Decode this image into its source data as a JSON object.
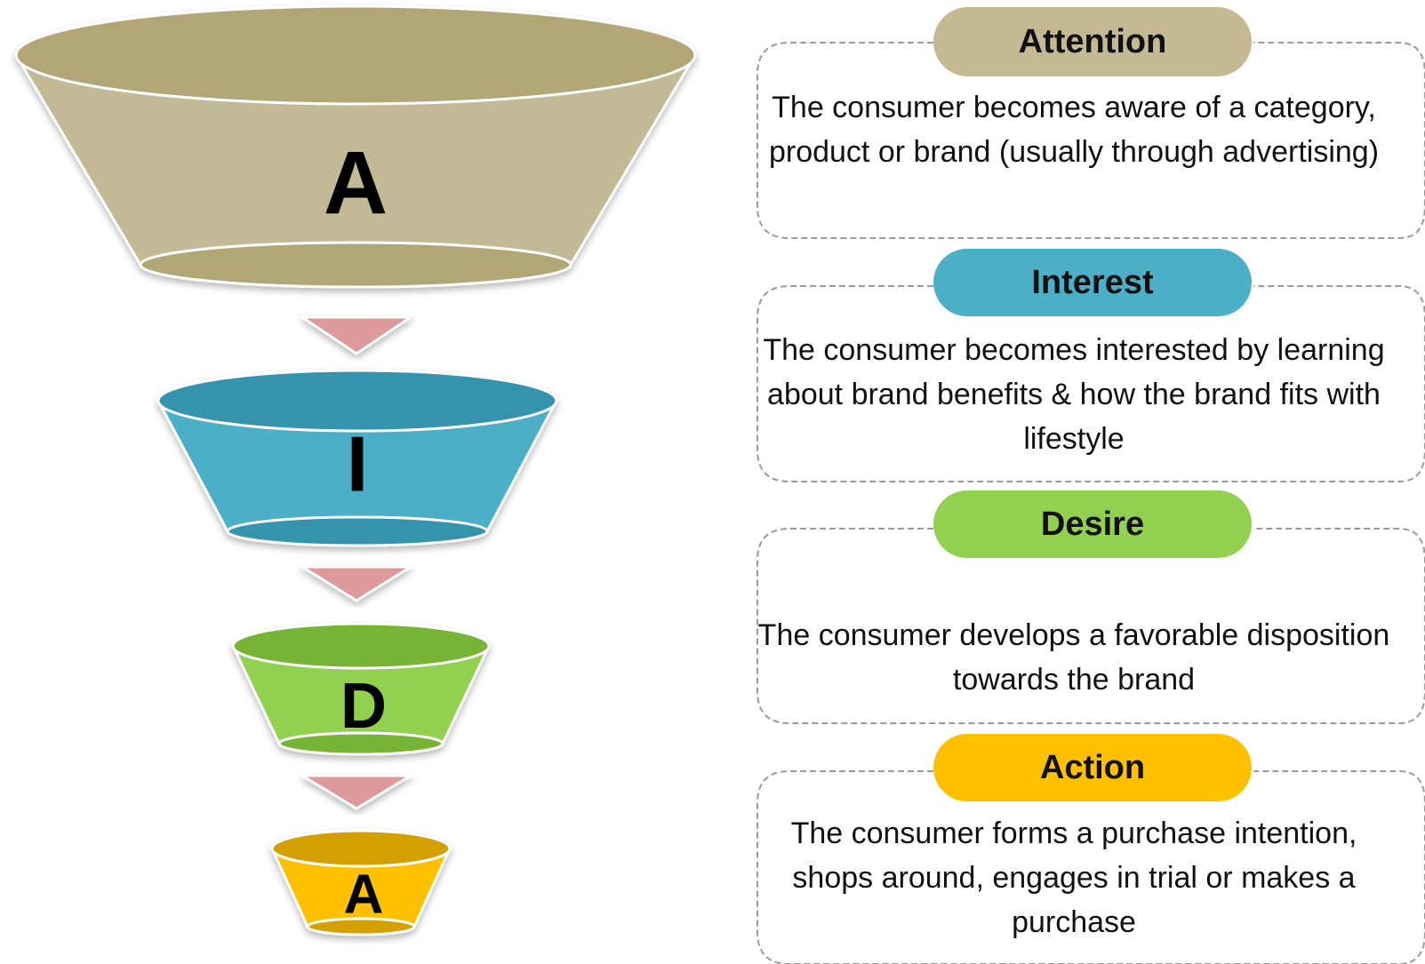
{
  "stages": [
    {
      "letter": "A",
      "title": "Attention",
      "description": "The consumer becomes aware of a category, product or brand (usually through advertising)",
      "colors": {
        "front": "#c2b997",
        "rim": "#b3a676",
        "pill": "#c4b992"
      }
    },
    {
      "letter": "I",
      "title": "Interest",
      "description": "The consumer becomes interested by learning about brand benefits & how the brand fits with lifestyle",
      "colors": {
        "front": "#4bafc8",
        "rim": "#3693ad",
        "pill": "#4bafc8"
      }
    },
    {
      "letter": "D",
      "title": "Desire",
      "description": "The consumer develops a favorable disposition towards the brand",
      "colors": {
        "front": "#92d050",
        "rim": "#77b334",
        "pill": "#92d050"
      }
    },
    {
      "letter": "A",
      "title": "Action",
      "description": "The consumer forms a purchase intention, shops around, engages in trial or makes a purchase",
      "colors": {
        "front": "#ffc000",
        "rim": "#d49f00",
        "pill": "#ffc000"
      }
    }
  ],
  "arrow_color": "#dc9a9a"
}
